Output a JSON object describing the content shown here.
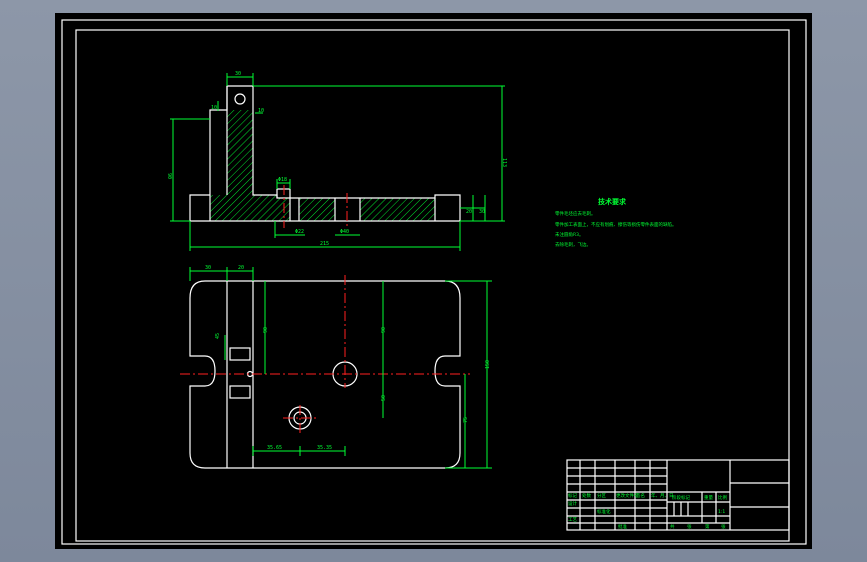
{
  "tech_requirements": {
    "title": "技术要求",
    "lines": [
      "零件毛坯应去毛刺。",
      "零件加工表面上，不应有划痕、擦伤等损伤零件表面的缺陷。",
      "未注圆角R3。",
      "去除毛刺，飞边。"
    ]
  },
  "dimensions": {
    "front": {
      "top_width": "30",
      "hole_offset": "10",
      "small_offset": "10",
      "overall_height": "113",
      "left_height": "90",
      "base_step": "20",
      "base_height": "30",
      "boss_dia": "Φ18",
      "hole_dia_1": "Φ22",
      "hole_dia_2": "Φ40",
      "overall_width": "215"
    },
    "plan": {
      "w1": "30",
      "w2": "20",
      "slot_h": "45",
      "v1": "90",
      "v2": "90",
      "v3": "50",
      "total_h": "150",
      "right_h": "75",
      "x1": "35.65",
      "x2": "35.35"
    }
  },
  "title_block": {
    "row_labels": [
      "标记",
      "处数",
      "分区",
      "更改文件号",
      "签名",
      "年、月、日"
    ],
    "design": "设计",
    "process": "工艺",
    "approve": "批准",
    "stage_label": "阶段标记",
    "weight_label": "重量",
    "scale_label": "比例",
    "scale_value": "1:1",
    "sheet_labels": [
      "共",
      "张",
      "第",
      "张"
    ],
    "standard": "标准化"
  }
}
